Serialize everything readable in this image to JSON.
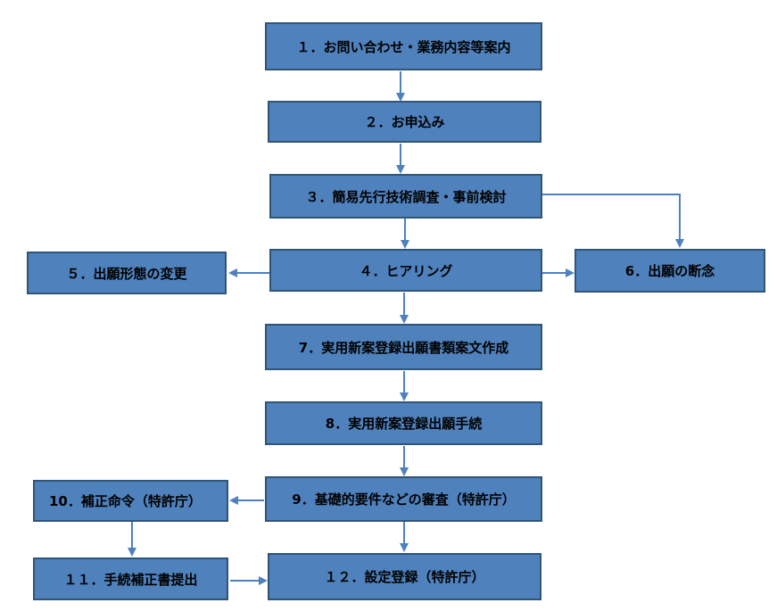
{
  "steps": [
    {
      "label": "１．お問い合わせ・業務内容等案内"
    },
    {
      "label": "２．お申込み"
    },
    {
      "label": "３．簡易先行技術調査・事前検討"
    },
    {
      "label": "４．ヒアリング"
    },
    {
      "label": "５．出願形態の変更"
    },
    {
      "label": "6．出願の断念"
    },
    {
      "label": "7．実用新案登録出願書類案文作成"
    },
    {
      "label": "8．実用新案登録出願手続"
    },
    {
      "label": "9．基礎的要件などの審査（特許庁）"
    },
    {
      "label": "10．補正命令（特許庁）"
    },
    {
      "label": "１１．手続補正書提出"
    },
    {
      "label": "１２．設定登録（特許庁）"
    }
  ],
  "colors": {
    "box_fill": "#4f81bd",
    "box_border": "#2f5577",
    "arrow": "#4f81bd"
  }
}
